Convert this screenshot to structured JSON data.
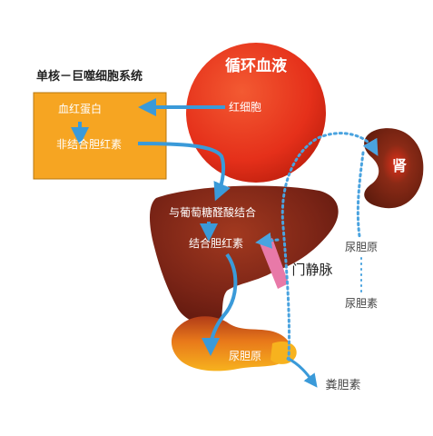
{
  "labels": {
    "mps_title": "单核－巨噬细胞系统",
    "hemoglobin": "血红蛋白",
    "unconjugated_bilirubin": "非结合胆红素",
    "circulation": "循环血液",
    "rbc": "红细胞",
    "kidney": "肾",
    "glucuronidation": "与葡萄糖醛酸结合",
    "conjugated_bilirubin": "结合胆红素",
    "urobilinogen_kidney": "尿胆原",
    "portal_vein": "门静脉",
    "urobilin": "尿胆素",
    "urobilinogen_gut": "尿胆原",
    "stercobilin": "粪胆素"
  },
  "colors": {
    "mps_box": "#f6a522",
    "circulation": "#e5301a",
    "liver": "#7a2416",
    "kidney": "#6a2212",
    "intestine": "#f5a21a",
    "arrow": "#3a9ad9",
    "portal": "#e879a8"
  }
}
